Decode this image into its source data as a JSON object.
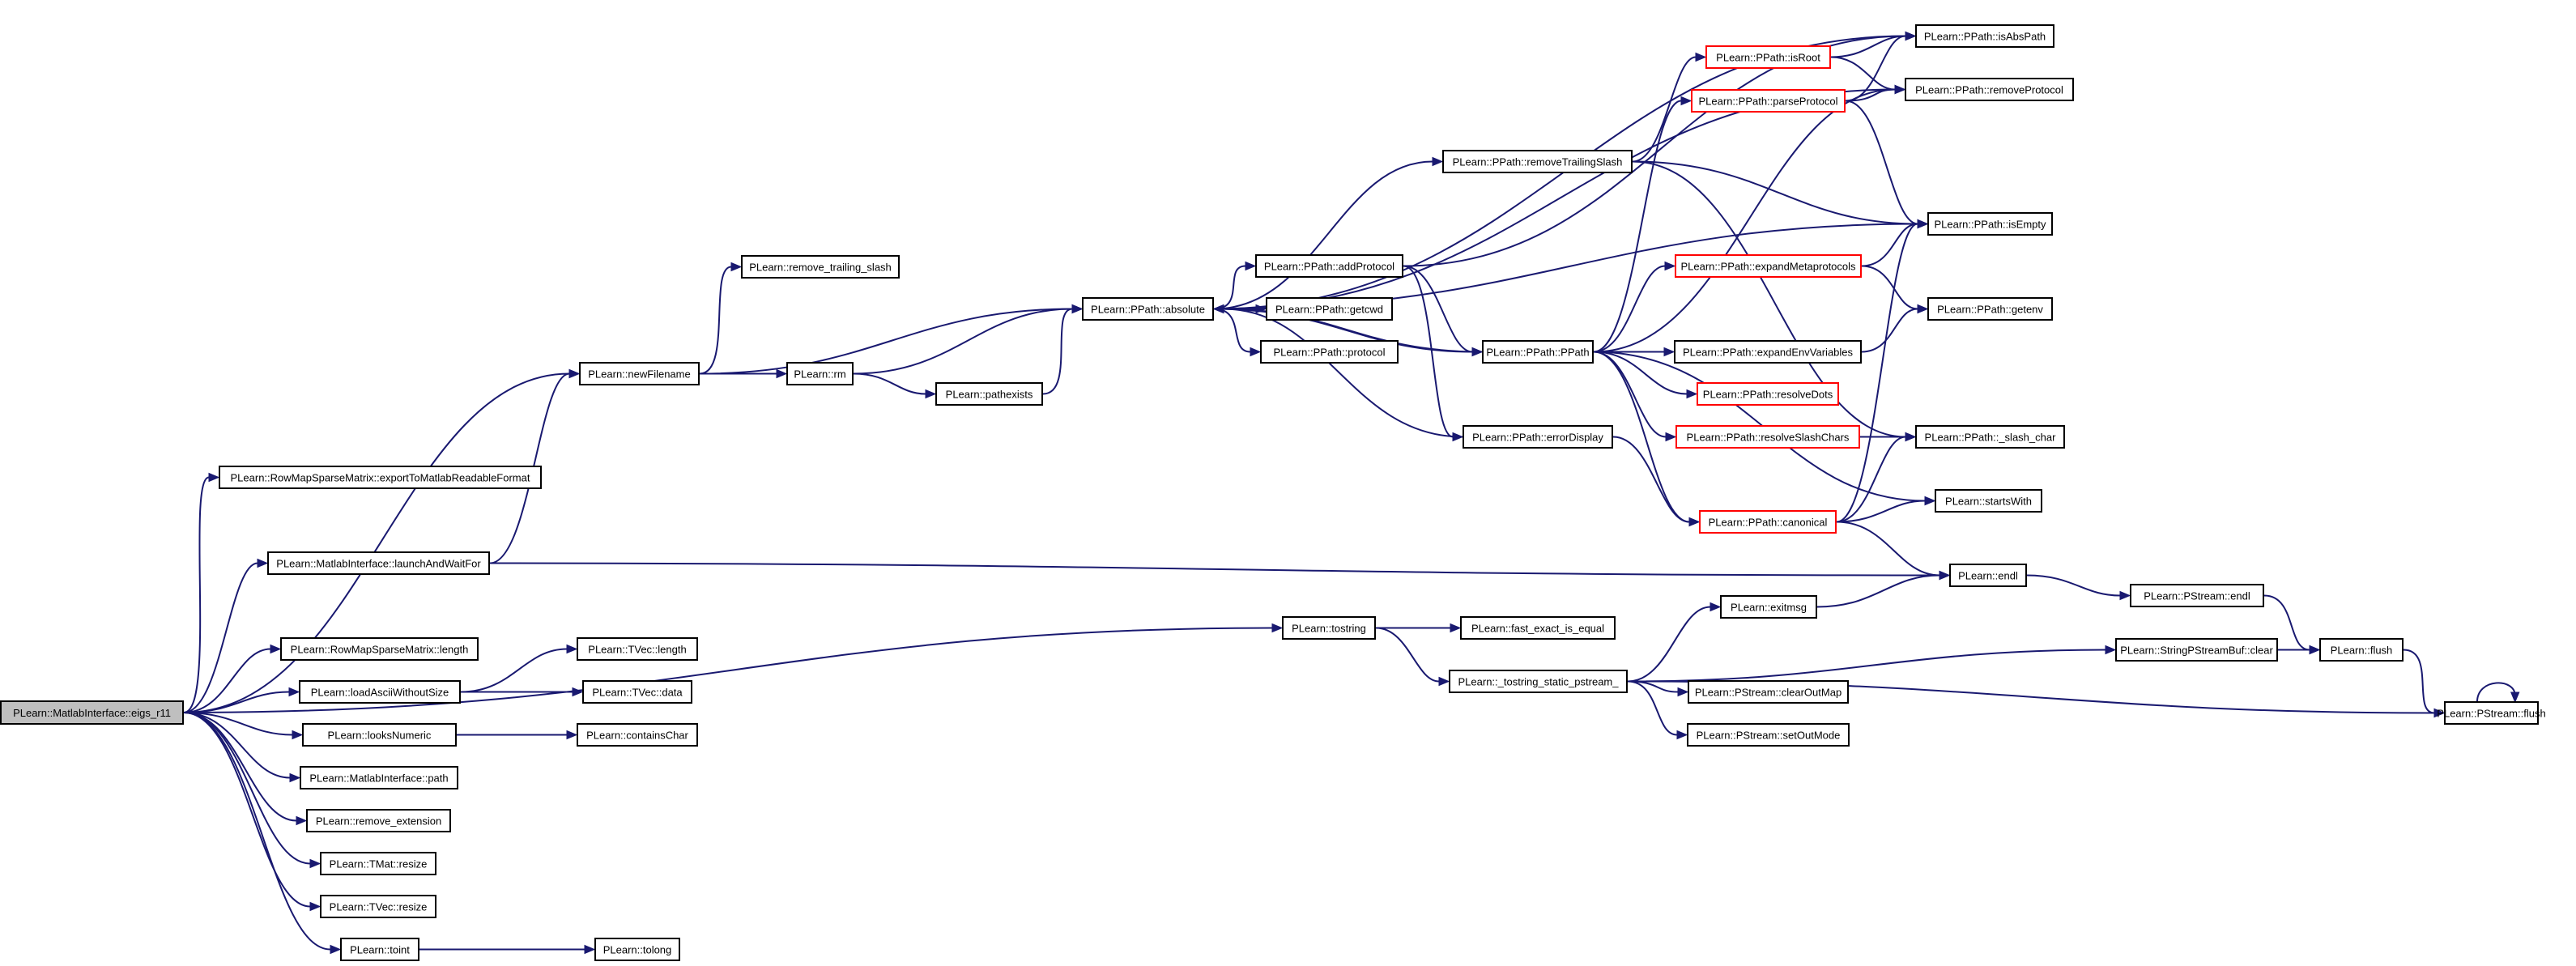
{
  "graph": {
    "direction": "left-to-right",
    "colors": {
      "edge": "#191970",
      "node_border": "#000000",
      "truncated_border": "#ff0000",
      "root_fill": "#bfbfbf"
    },
    "nodes": [
      {
        "id": "eigs_r11",
        "label": "PLearn::MatlabInterface::eigs_r11",
        "root": true
      },
      {
        "id": "exportToMatlab",
        "label": "PLearn::RowMapSparseMatrix::exportToMatlabReadableFormat"
      },
      {
        "id": "launchAndWaitFor",
        "label": "PLearn::MatlabInterface::launchAndWaitFor"
      },
      {
        "id": "rmsm_length",
        "label": "PLearn::RowMapSparseMatrix::length"
      },
      {
        "id": "loadAsciiWithoutSize",
        "label": "PLearn::loadAsciiWithoutSize"
      },
      {
        "id": "looksNumeric",
        "label": "PLearn::looksNumeric"
      },
      {
        "id": "mi_path",
        "label": "PLearn::MatlabInterface::path"
      },
      {
        "id": "remove_extension",
        "label": "PLearn::remove_extension"
      },
      {
        "id": "tmat_resize",
        "label": "PLearn::TMat::resize"
      },
      {
        "id": "tvec_resize",
        "label": "PLearn::TVec::resize"
      },
      {
        "id": "toint",
        "label": "PLearn::toint"
      },
      {
        "id": "newFilename",
        "label": "PLearn::newFilename"
      },
      {
        "id": "remove_trailing_slash",
        "label": "PLearn::remove_trailing_slash"
      },
      {
        "id": "rm",
        "label": "PLearn::rm"
      },
      {
        "id": "pathexists",
        "label": "PLearn::pathexists"
      },
      {
        "id": "absolute",
        "label": "PLearn::PPath::absolute"
      },
      {
        "id": "tvec_length",
        "label": "PLearn::TVec::length"
      },
      {
        "id": "tvec_data",
        "label": "PLearn::TVec::data"
      },
      {
        "id": "containsChar",
        "label": "PLearn::containsChar"
      },
      {
        "id": "tolong",
        "label": "PLearn::tolong"
      },
      {
        "id": "tostring",
        "label": "PLearn::tostring"
      },
      {
        "id": "addProtocol",
        "label": "PLearn::PPath::addProtocol"
      },
      {
        "id": "getcwd",
        "label": "PLearn::PPath::getcwd"
      },
      {
        "id": "protocol",
        "label": "PLearn::PPath::protocol"
      },
      {
        "id": "removeTrailingSlash",
        "label": "PLearn::PPath::removeTrailingSlash"
      },
      {
        "id": "ppath",
        "label": "PLearn::PPath::PPath"
      },
      {
        "id": "errorDisplay",
        "label": "PLearn::PPath::errorDisplay"
      },
      {
        "id": "fast_exact_is_equal",
        "label": "PLearn::fast_exact_is_equal"
      },
      {
        "id": "tostring_static",
        "label": "PLearn::_tostring_static_pstream_"
      },
      {
        "id": "isRoot",
        "label": "PLearn::PPath::isRoot",
        "truncated": true
      },
      {
        "id": "parseProtocol",
        "label": "PLearn::PPath::parseProtocol",
        "truncated": true
      },
      {
        "id": "expandMetaprotocols",
        "label": "PLearn::PPath::expandMetaprotocols",
        "truncated": true
      },
      {
        "id": "expandEnvVariables",
        "label": "PLearn::PPath::expandEnvVariables"
      },
      {
        "id": "resolveDots",
        "label": "PLearn::PPath::resolveDots",
        "truncated": true
      },
      {
        "id": "resolveSlashChars",
        "label": "PLearn::PPath::resolveSlashChars",
        "truncated": true
      },
      {
        "id": "canonical",
        "label": "PLearn::PPath::canonical",
        "truncated": true
      },
      {
        "id": "exitmsg",
        "label": "PLearn::exitmsg"
      },
      {
        "id": "clearOutMap",
        "label": "PLearn::PStream::clearOutMap"
      },
      {
        "id": "setOutMode",
        "label": "PLearn::PStream::setOutMode"
      },
      {
        "id": "isAbsPath",
        "label": "PLearn::PPath::isAbsPath"
      },
      {
        "id": "removeProtocol",
        "label": "PLearn::PPath::removeProtocol"
      },
      {
        "id": "isEmpty",
        "label": "PLearn::PPath::isEmpty"
      },
      {
        "id": "getenv",
        "label": "PLearn::PPath::getenv"
      },
      {
        "id": "slash_char",
        "label": "PLearn::PPath::_slash_char"
      },
      {
        "id": "startsWith",
        "label": "PLearn::startsWith"
      },
      {
        "id": "endl",
        "label": "PLearn::endl"
      },
      {
        "id": "sbuf_clear",
        "label": "PLearn::StringPStreamBuf::clear"
      },
      {
        "id": "pstream_endl",
        "label": "PLearn::PStream::endl"
      },
      {
        "id": "flush",
        "label": "PLearn::flush"
      },
      {
        "id": "pstream_flush",
        "label": "PLearn::PStream::flush"
      }
    ],
    "edges": [
      [
        "eigs_r11",
        "exportToMatlab"
      ],
      [
        "eigs_r11",
        "launchAndWaitFor"
      ],
      [
        "eigs_r11",
        "rmsm_length"
      ],
      [
        "eigs_r11",
        "loadAsciiWithoutSize"
      ],
      [
        "eigs_r11",
        "looksNumeric"
      ],
      [
        "eigs_r11",
        "mi_path"
      ],
      [
        "eigs_r11",
        "remove_extension"
      ],
      [
        "eigs_r11",
        "tmat_resize"
      ],
      [
        "eigs_r11",
        "tvec_resize"
      ],
      [
        "eigs_r11",
        "toint"
      ],
      [
        "eigs_r11",
        "newFilename"
      ],
      [
        "eigs_r11",
        "tostring"
      ],
      [
        "launchAndWaitFor",
        "newFilename"
      ],
      [
        "launchAndWaitFor",
        "endl"
      ],
      [
        "newFilename",
        "remove_trailing_slash"
      ],
      [
        "newFilename",
        "absolute"
      ],
      [
        "newFilename",
        "rm"
      ],
      [
        "rm",
        "absolute"
      ],
      [
        "rm",
        "pathexists"
      ],
      [
        "pathexists",
        "absolute"
      ],
      [
        "loadAsciiWithoutSize",
        "tvec_length"
      ],
      [
        "loadAsciiWithoutSize",
        "tvec_data"
      ],
      [
        "looksNumeric",
        "containsChar"
      ],
      [
        "toint",
        "tolong"
      ],
      [
        "absolute",
        "isAbsPath"
      ],
      [
        "absolute",
        "removeProtocol"
      ],
      [
        "absolute",
        "removeTrailingSlash"
      ],
      [
        "absolute",
        "isEmpty"
      ],
      [
        "absolute",
        "addProtocol"
      ],
      [
        "absolute",
        "getcwd"
      ],
      [
        "absolute",
        "protocol"
      ],
      [
        "absolute",
        "ppath"
      ],
      [
        "addProtocol",
        "isAbsPath"
      ],
      [
        "addProtocol",
        "ppath"
      ],
      [
        "addProtocol",
        "errorDisplay"
      ],
      [
        "errorDisplay",
        "absolute"
      ],
      [
        "errorDisplay",
        "canonical"
      ],
      [
        "removeTrailingSlash",
        "isRoot"
      ],
      [
        "removeTrailingSlash",
        "isEmpty"
      ],
      [
        "removeTrailingSlash",
        "slash_char"
      ],
      [
        "ppath",
        "absolute"
      ],
      [
        "ppath",
        "parseProtocol"
      ],
      [
        "ppath",
        "expandMetaprotocols"
      ],
      [
        "ppath",
        "expandEnvVariables"
      ],
      [
        "ppath",
        "resolveDots"
      ],
      [
        "ppath",
        "resolveSlashChars"
      ],
      [
        "ppath",
        "canonical"
      ],
      [
        "ppath",
        "startsWith"
      ],
      [
        "ppath",
        "removeProtocol"
      ],
      [
        "isRoot",
        "isAbsPath"
      ],
      [
        "isRoot",
        "removeProtocol"
      ],
      [
        "parseProtocol",
        "isAbsPath"
      ],
      [
        "parseProtocol",
        "removeProtocol"
      ],
      [
        "parseProtocol",
        "isEmpty"
      ],
      [
        "expandMetaprotocols",
        "isEmpty"
      ],
      [
        "expandMetaprotocols",
        "getenv"
      ],
      [
        "expandEnvVariables",
        "getenv"
      ],
      [
        "resolveSlashChars",
        "slash_char"
      ],
      [
        "canonical",
        "isEmpty"
      ],
      [
        "canonical",
        "slash_char"
      ],
      [
        "canonical",
        "startsWith"
      ],
      [
        "canonical",
        "endl"
      ],
      [
        "tostring",
        "fast_exact_is_equal"
      ],
      [
        "tostring",
        "tostring_static"
      ],
      [
        "tostring_static",
        "exitmsg"
      ],
      [
        "tostring_static",
        "clearOutMap"
      ],
      [
        "tostring_static",
        "setOutMode"
      ],
      [
        "tostring_static",
        "sbuf_clear"
      ],
      [
        "tostring_static",
        "pstream_flush"
      ],
      [
        "exitmsg",
        "endl"
      ],
      [
        "endl",
        "pstream_endl"
      ],
      [
        "pstream_endl",
        "flush"
      ],
      [
        "sbuf_clear",
        "flush"
      ],
      [
        "flush",
        "pstream_flush"
      ],
      [
        "pstream_flush",
        "pstream_flush"
      ]
    ]
  }
}
